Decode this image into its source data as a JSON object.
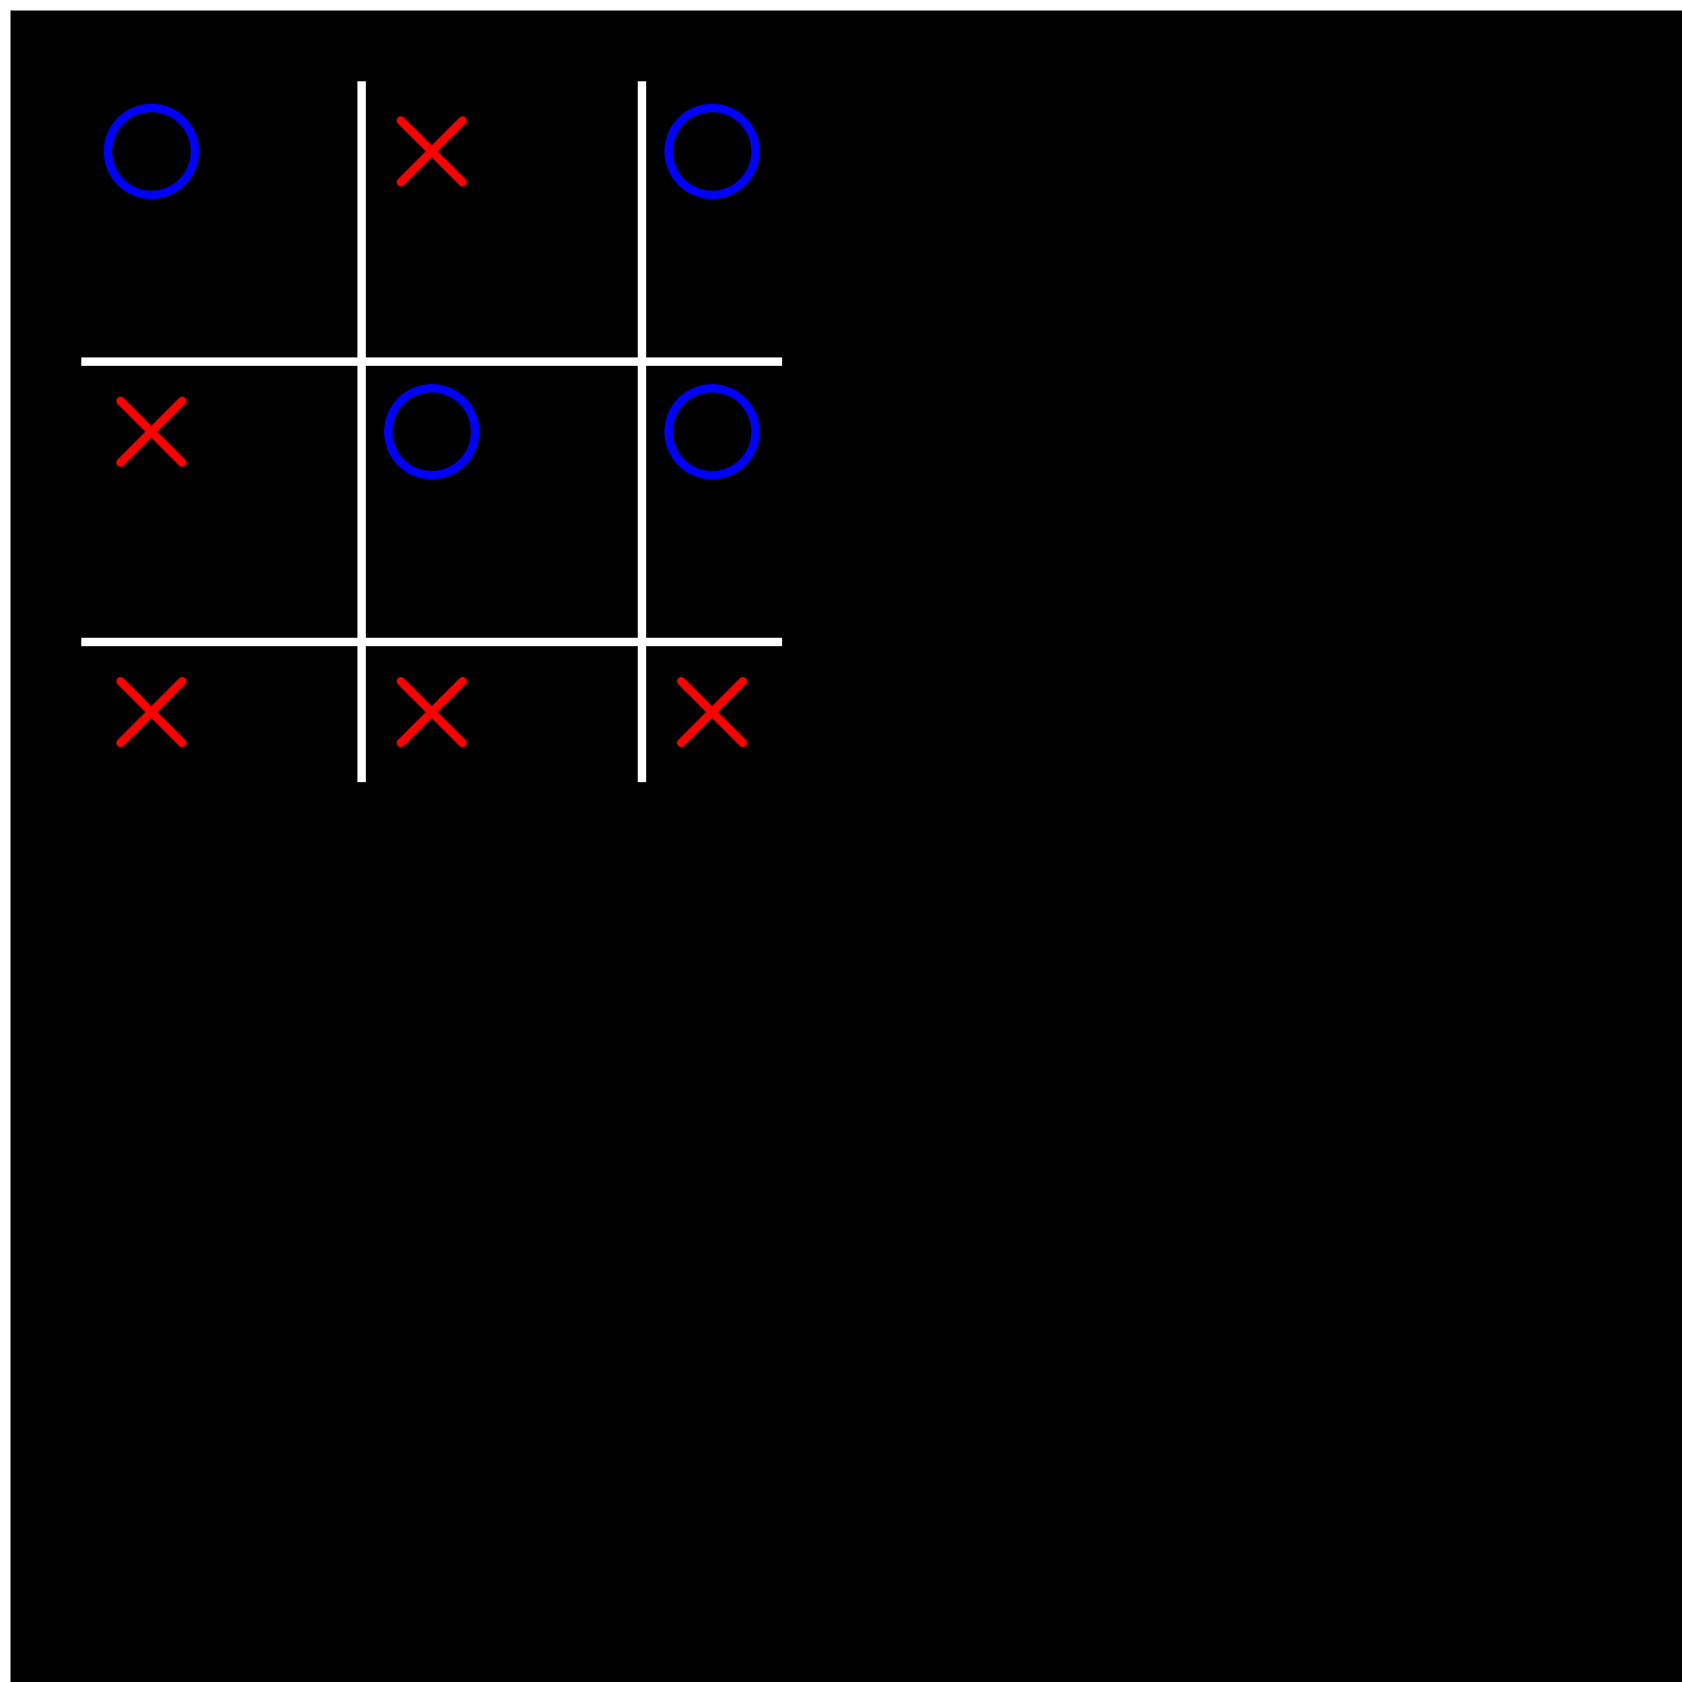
{
  "game": {
    "name": "tic-tac-toe",
    "background_color": "#000000",
    "grid_color": "#ffffff",
    "x_color": "#ff0000",
    "o_color": "#0000ff",
    "board": [
      [
        "O",
        "X",
        "O"
      ],
      [
        "X",
        "O",
        "O"
      ],
      [
        "X",
        "X",
        "X"
      ]
    ]
  }
}
